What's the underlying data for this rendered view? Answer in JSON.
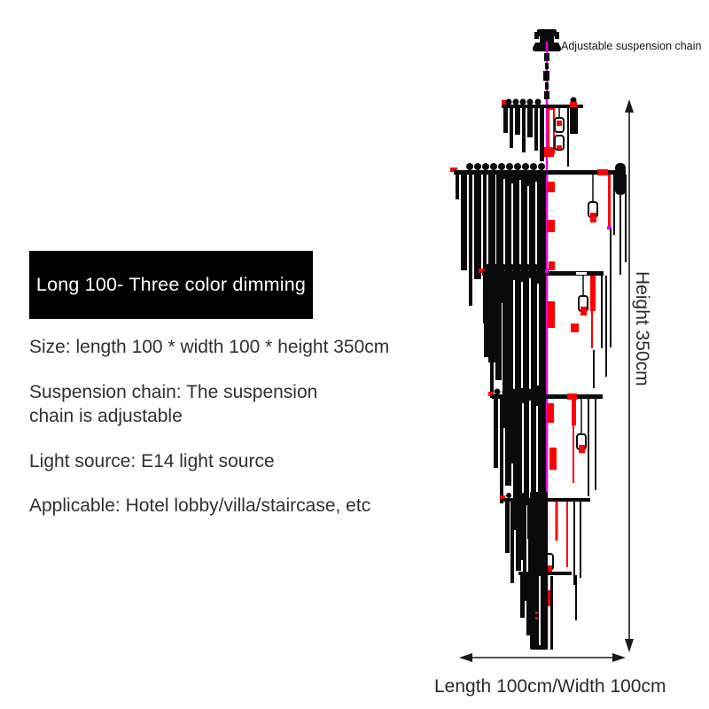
{
  "page": {
    "background": "#ffffff"
  },
  "title_box": {
    "label": "Long 100- Three color dimming",
    "bg": "#000000",
    "text_color": "#ffffff"
  },
  "specs": {
    "size": "Size: length 100 * width 100 * height 350cm",
    "suspension": "Suspension chain: The suspension chain is adjustable",
    "light_source": "Light source: E14 light source",
    "applicable": "Applicable: Hotel lobby/villa/staircase, etc"
  },
  "annotations": {
    "chain_label": "Adjustable suspension chain",
    "height_label": "Height 350cm",
    "length_label": "Length 100cm/Width 100cm"
  },
  "dimensions": {
    "height_cm": 350,
    "length_cm": 100,
    "width_cm": 100
  },
  "colors": {
    "drawing_black": "#0a0a0a",
    "accent_red": "#ff0000",
    "chain_magenta": "#e800e8",
    "dimension_line": "#1a1a1a",
    "text_dark": "#303030"
  }
}
